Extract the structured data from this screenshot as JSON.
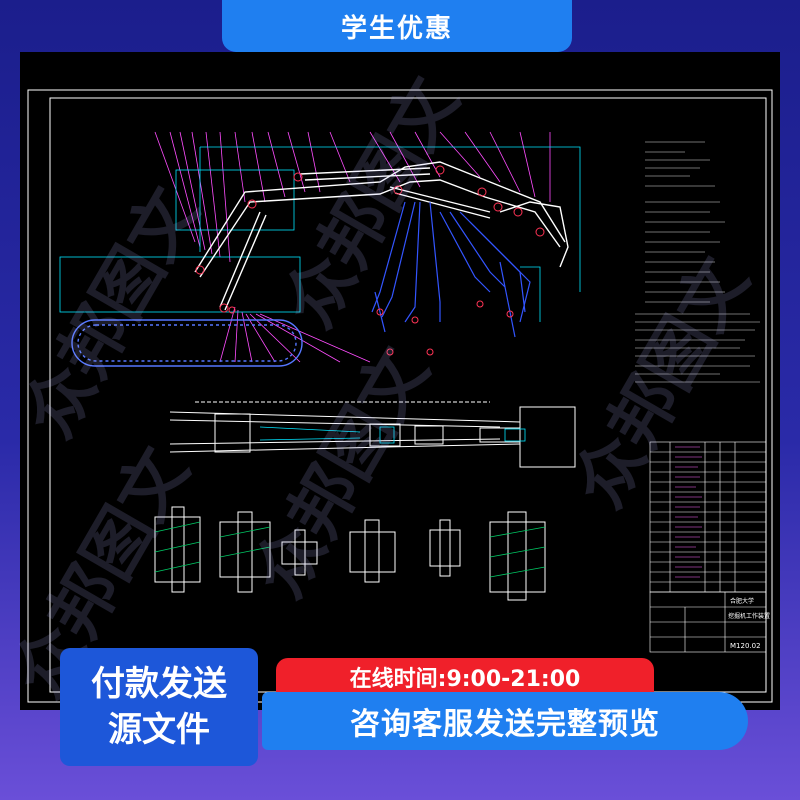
{
  "banner": {
    "label": "学生优惠"
  },
  "drawing": {
    "title_block_text": "M120.02",
    "title_block_school": "合肥大学",
    "title_block_name": "挖掘机工作装置"
  },
  "watermark": {
    "text": "众邦图文"
  },
  "footer": {
    "pay_line1": "付款发送",
    "pay_line2": "源文件",
    "hours": "在线时间:9:00-21:00",
    "consult": "咨询客服发送完整预览"
  },
  "colors": {
    "banner_blue": "#1f7ff0",
    "pay_blue": "#1d57d9",
    "hours_red": "#f0202a",
    "cad_black": "#000000"
  }
}
